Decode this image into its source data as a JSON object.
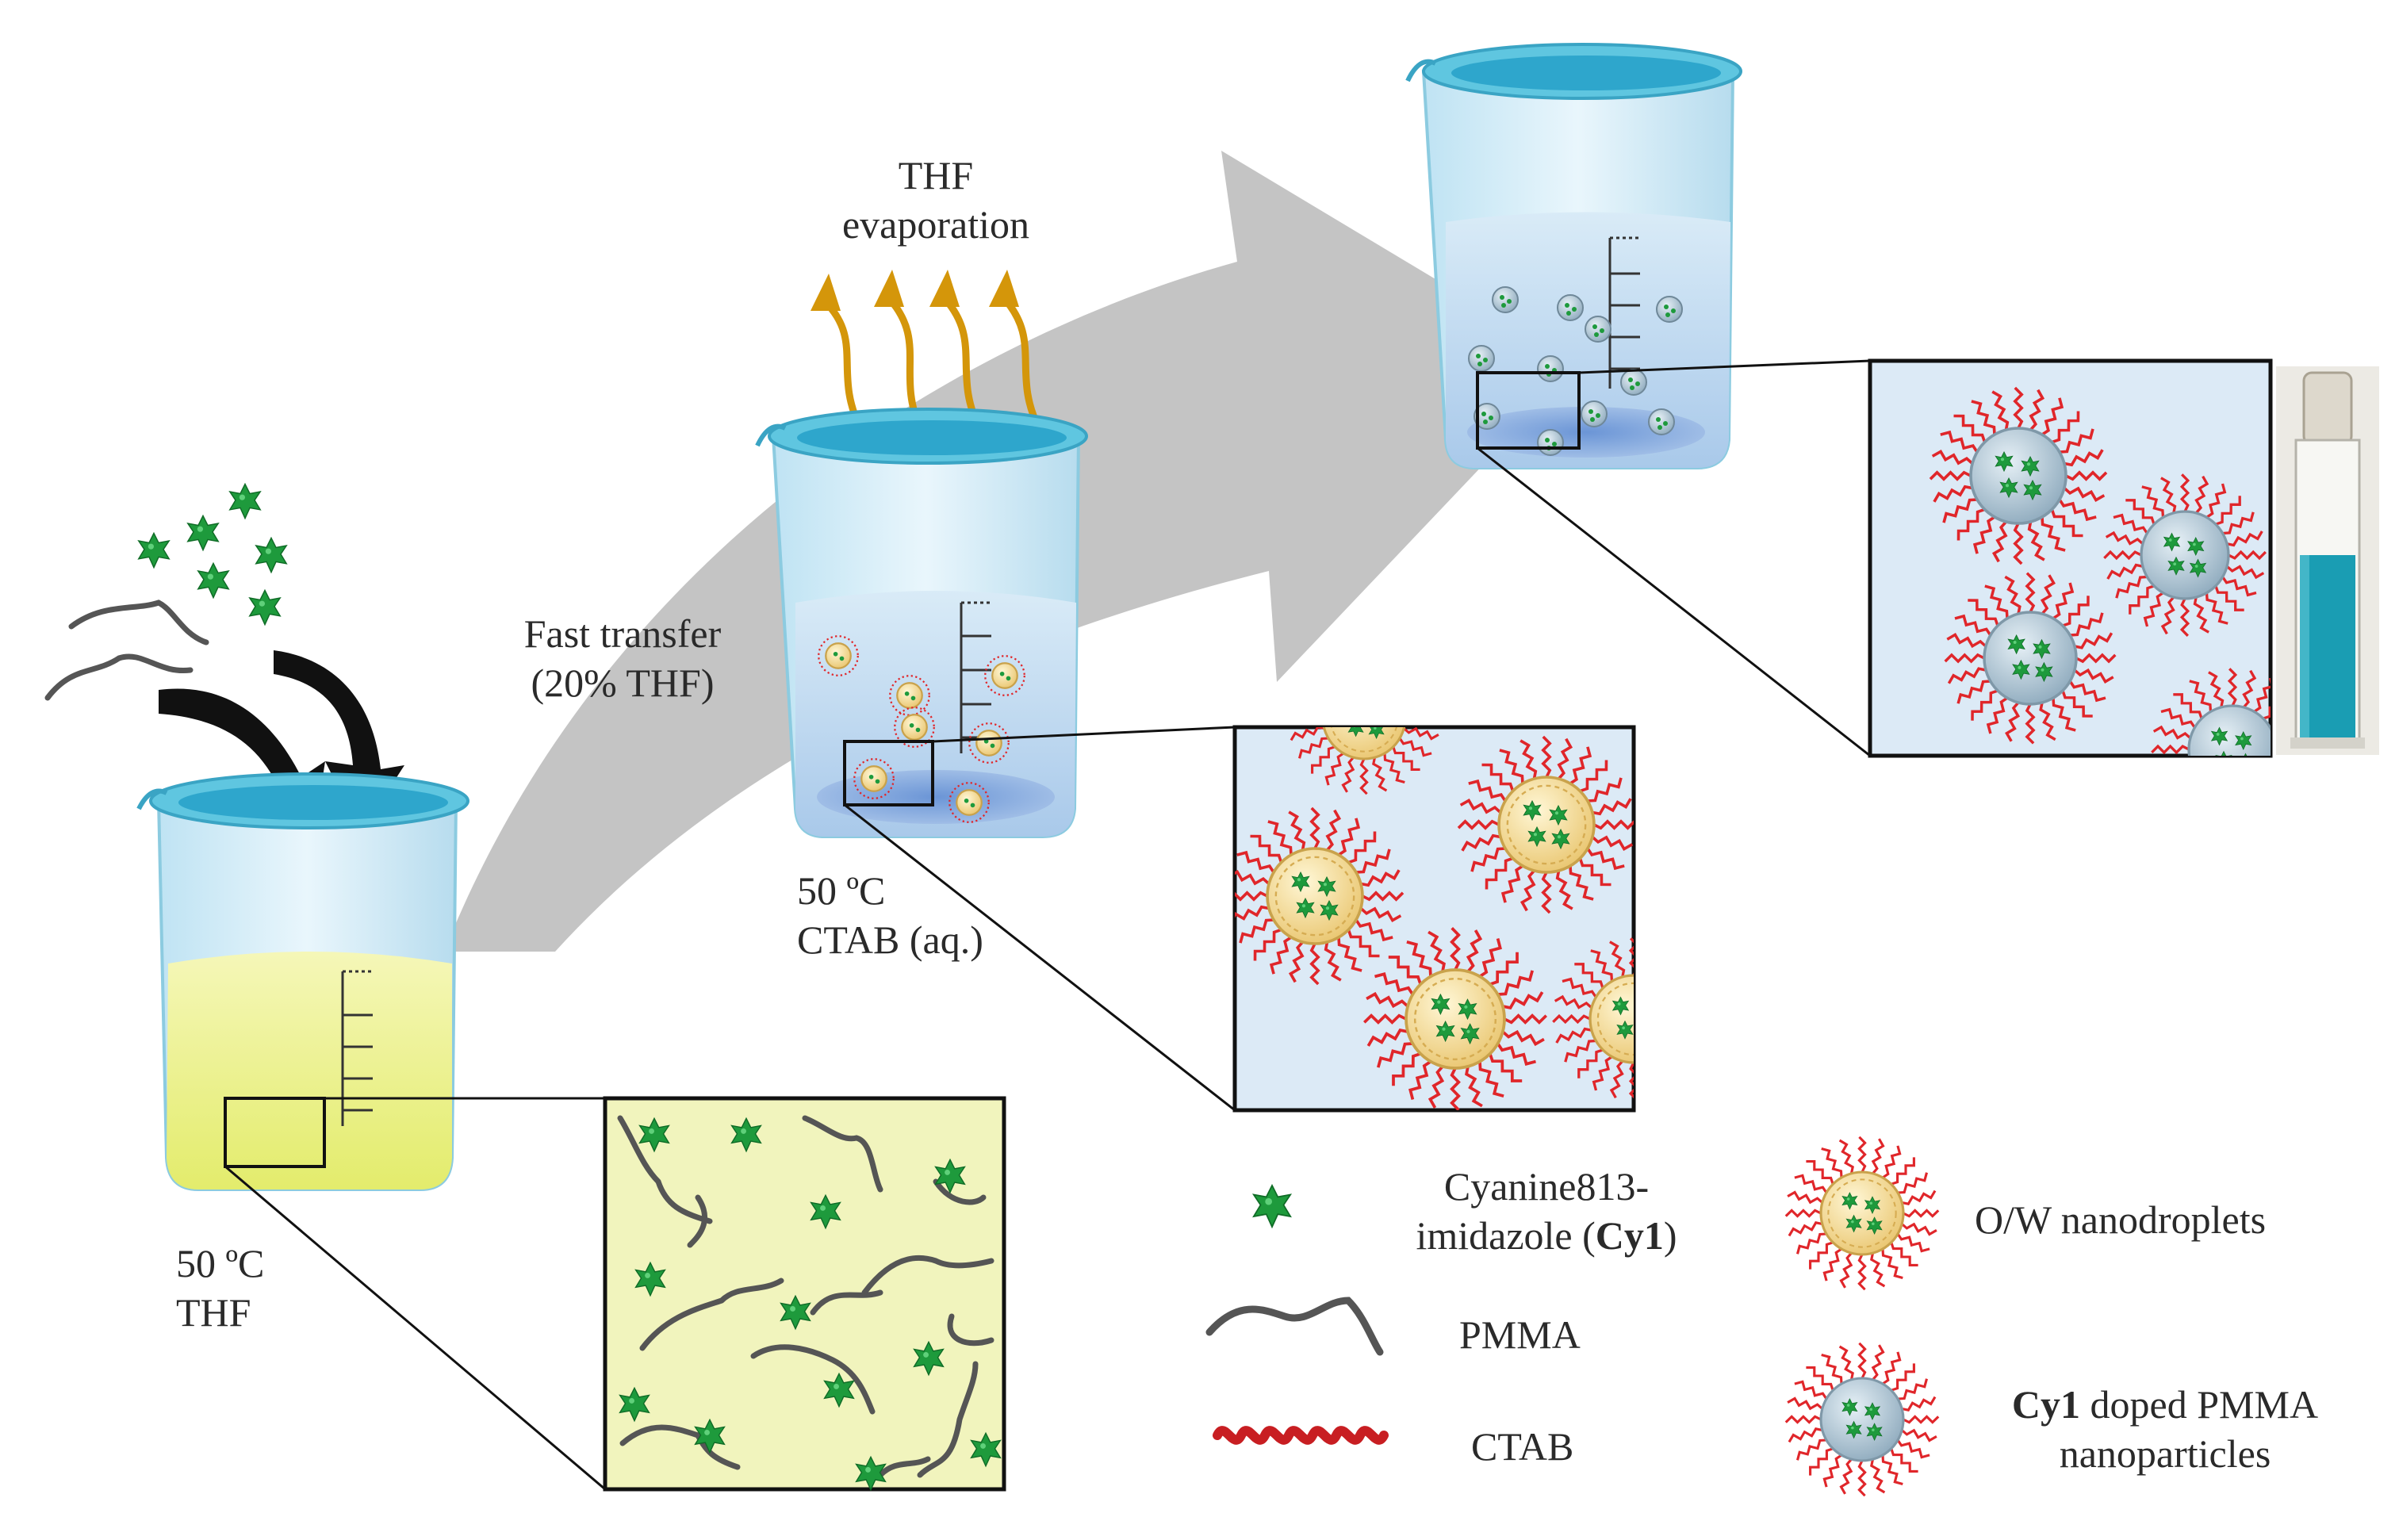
{
  "labels": {
    "thf_evaporation_line1": "THF",
    "thf_evaporation_line2": "evaporation",
    "fast_transfer_line1": "Fast transfer",
    "fast_transfer_line2": "(20% THF)",
    "beaker2_temp": "50 ºC",
    "beaker2_solvent": "CTAB (aq.)",
    "beaker1_temp": "50 ºC",
    "beaker1_solvent": "THF"
  },
  "legend": {
    "cy1_line1": "Cyanine813-",
    "cy1_line2_prefix": "imidazole (",
    "cy1_line2_bold": "Cy1",
    "cy1_line2_suffix": ")",
    "pmma": "PMMA",
    "ctab": "CTAB",
    "ow": "O/W nanodroplets",
    "np_line1_bold": "Cy1",
    "np_line1_rest": " doped PMMA",
    "np_line2": "nanoparticles"
  },
  "colors": {
    "big_arrow": "#c4c4c4",
    "evap_arrow": "#d4960a",
    "cy1_star": "#1e9a3c",
    "thf_liquid": "#eef59c",
    "aqueous_liquid": "#cfe3f2",
    "beaker_rim": "#5fc6e0",
    "ctab_red": "#e0262a",
    "droplet_core": "#f4d88a",
    "np_core": "#b8cfdc",
    "pmma_gray": "#555555",
    "cuvette_liquid": "#1a9db3"
  }
}
